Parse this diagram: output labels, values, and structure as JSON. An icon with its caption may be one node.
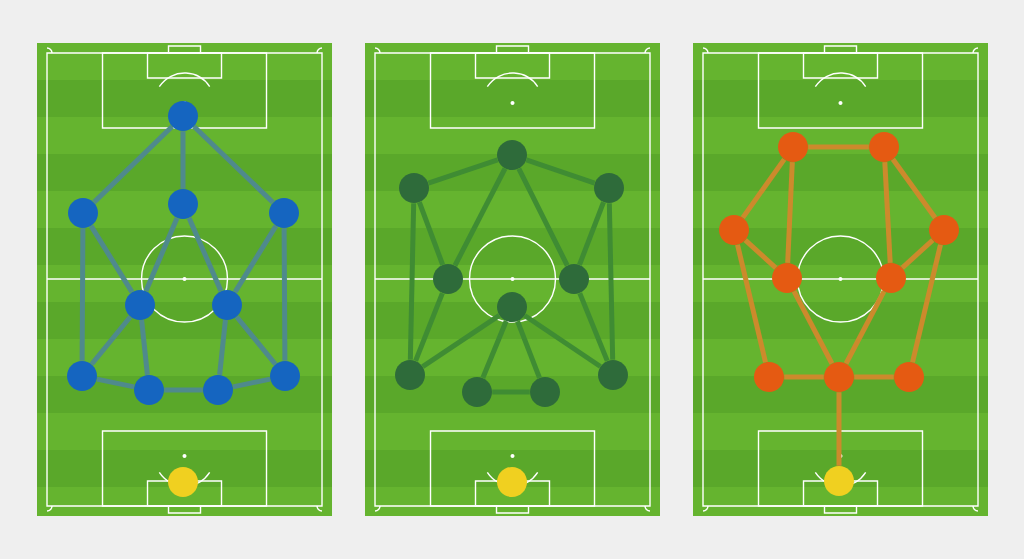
{
  "diagram": {
    "nodes": [
      {
        "text": [],
        "shape": "circle"
      },
      {
        "text": [],
        "shape": "circle"
      },
      {
        "text": [],
        "shape": "circle"
      },
      {
        "text": [],
        "shape": "circle"
      },
      {
        "text": [],
        "shape": "circle"
      },
      {
        "text": [],
        "shape": "circle"
      },
      {
        "text": [],
        "shape": "circle"
      },
      {
        "text": [],
        "shape": "circle"
      },
      {
        "text": [],
        "shape": "circle"
      },
      {
        "text": [],
        "shape": "circle"
      },
      {
        "text": [],
        "shape": "circle"
      },
      {
        "text": [],
        "shape": "circle"
      },
      {
        "text": [],
        "shape": "circle"
      },
      {
        "text": [],
        "shape": "circle"
      },
      {
        "text": [],
        "shape": "circle"
      },
      {
        "text": [],
        "shape": "circle"
      },
      {
        "text": [],
        "shape": "circle"
      },
      {
        "text": [],
        "shape": "circle"
      },
      {
        "text": [],
        "shape": "circle"
      },
      {
        "text": [],
        "shape": "circle"
      },
      {
        "text": [],
        "shape": "circle"
      },
      {
        "text": [],
        "shape": "circle"
      },
      {
        "text": [],
        "shape": "circle"
      },
      {
        "text": [],
        "shape": "circle"
      },
      {
        "text": [],
        "shape": "circle"
      },
      {
        "text": [],
        "shape": "circle"
      },
      {
        "text": [],
        "shape": "circle"
      },
      {
        "text": [],
        "shape": "circle"
      },
      {
        "text": [],
        "shape": "circle"
      },
      {
        "text": [],
        "shape": "circle"
      },
      {
        "text": [],
        "shape": "circle"
      },
      {
        "text": [],
        "shape": "circle"
      }
    ],
    "edges": [
      {
        "from": 0,
        "to": 1,
        "arrow": "none",
        "color": "#4f8a8c"
      },
      {
        "from": 0,
        "to": 2,
        "arrow": "none",
        "color": "#4f8a8c"
      },
      {
        "from": 0,
        "to": 3,
        "arrow": "none",
        "color": "#4f8a8c"
      },
      {
        "from": 1,
        "to": 6,
        "arrow": "none",
        "color": "#4f8a8c"
      },
      {
        "from": 1,
        "to": 4,
        "arrow": "none",
        "color": "#4f8a8c"
      },
      {
        "from": 2,
        "to": 4,
        "arrow": "none",
        "color": "#4f8a8c"
      },
      {
        "from": 2,
        "to": 5,
        "arrow": "none",
        "color": "#4f8a8c"
      },
      {
        "from": 3,
        "to": 5,
        "arrow": "none",
        "color": "#4f8a8c"
      },
      {
        "from": 3,
        "to": 9,
        "arrow": "none",
        "color": "#4f8a8c"
      },
      {
        "from": 4,
        "to": 6,
        "arrow": "none",
        "color": "#4f8a8c"
      },
      {
        "from": 4,
        "to": 7,
        "arrow": "none",
        "color": "#4f8a8c"
      },
      {
        "from": 5,
        "to": 8,
        "arrow": "none",
        "color": "#4f8a8c"
      },
      {
        "from": 5,
        "to": 9,
        "arrow": "none",
        "color": "#4f8a8c"
      },
      {
        "from": 6,
        "to": 7,
        "arrow": "none",
        "color": "#4f8a8c"
      },
      {
        "from": 7,
        "to": 8,
        "arrow": "none",
        "color": "#4f8a8c"
      },
      {
        "from": 8,
        "to": 9,
        "arrow": "none",
        "color": "#4f8a8c"
      },
      {
        "from": 11,
        "to": 12,
        "arrow": "none",
        "color": "#3f8c33"
      },
      {
        "from": 11,
        "to": 13,
        "arrow": "none",
        "color": "#3f8c33"
      },
      {
        "from": 11,
        "to": 14,
        "arrow": "none",
        "color": "#3f8c33"
      },
      {
        "from": 11,
        "to": 15,
        "arrow": "none",
        "color": "#3f8c33"
      },
      {
        "from": 12,
        "to": 14,
        "arrow": "none",
        "color": "#3f8c33"
      },
      {
        "from": 12,
        "to": 17,
        "arrow": "none",
        "color": "#3f8c33"
      },
      {
        "from": 13,
        "to": 15,
        "arrow": "none",
        "color": "#3f8c33"
      },
      {
        "from": 13,
        "to": 20,
        "arrow": "none",
        "color": "#3f8c33"
      },
      {
        "from": 14,
        "to": 17,
        "arrow": "none",
        "color": "#3f8c33"
      },
      {
        "from": 15,
        "to": 20,
        "arrow": "none",
        "color": "#3f8c33"
      },
      {
        "from": 16,
        "to": 17,
        "arrow": "none",
        "color": "#3f8c33"
      },
      {
        "from": 16,
        "to": 18,
        "arrow": "none",
        "color": "#3f8c33"
      },
      {
        "from": 16,
        "to": 19,
        "arrow": "none",
        "color": "#3f8c33"
      },
      {
        "from": 16,
        "to": 20,
        "arrow": "none",
        "color": "#3f8c33"
      },
      {
        "from": 18,
        "to": 19,
        "arrow": "none",
        "color": "#3f8c33"
      },
      {
        "from": 22,
        "to": 23,
        "arrow": "none",
        "color": "#cc8a2c"
      },
      {
        "from": 22,
        "to": 24,
        "arrow": "none",
        "color": "#cc8a2c"
      },
      {
        "from": 22,
        "to": 26,
        "arrow": "none",
        "color": "#cc8a2c"
      },
      {
        "from": 23,
        "to": 25,
        "arrow": "none",
        "color": "#cc8a2c"
      },
      {
        "from": 23,
        "to": 27,
        "arrow": "none",
        "color": "#cc8a2c"
      },
      {
        "from": 24,
        "to": 26,
        "arrow": "none",
        "color": "#cc8a2c"
      },
      {
        "from": 24,
        "to": 28,
        "arrow": "none",
        "color": "#cc8a2c"
      },
      {
        "from": 25,
        "to": 27,
        "arrow": "none",
        "color": "#cc8a2c"
      },
      {
        "from": 25,
        "to": 30,
        "arrow": "none",
        "color": "#cc8a2c"
      },
      {
        "from": 26,
        "to": 29,
        "arrow": "none",
        "color": "#cc8a2c"
      },
      {
        "from": 27,
        "to": 29,
        "arrow": "none",
        "color": "#cc8a2c"
      },
      {
        "from": 28,
        "to": 29,
        "arrow": "none",
        "color": "#cc8a2c"
      },
      {
        "from": 29,
        "to": 30,
        "arrow": "none",
        "color": "#cc8a2c"
      },
      {
        "from": 29,
        "to": 31,
        "arrow": "none",
        "color": "#cc8a2c"
      }
    ]
  }
}
